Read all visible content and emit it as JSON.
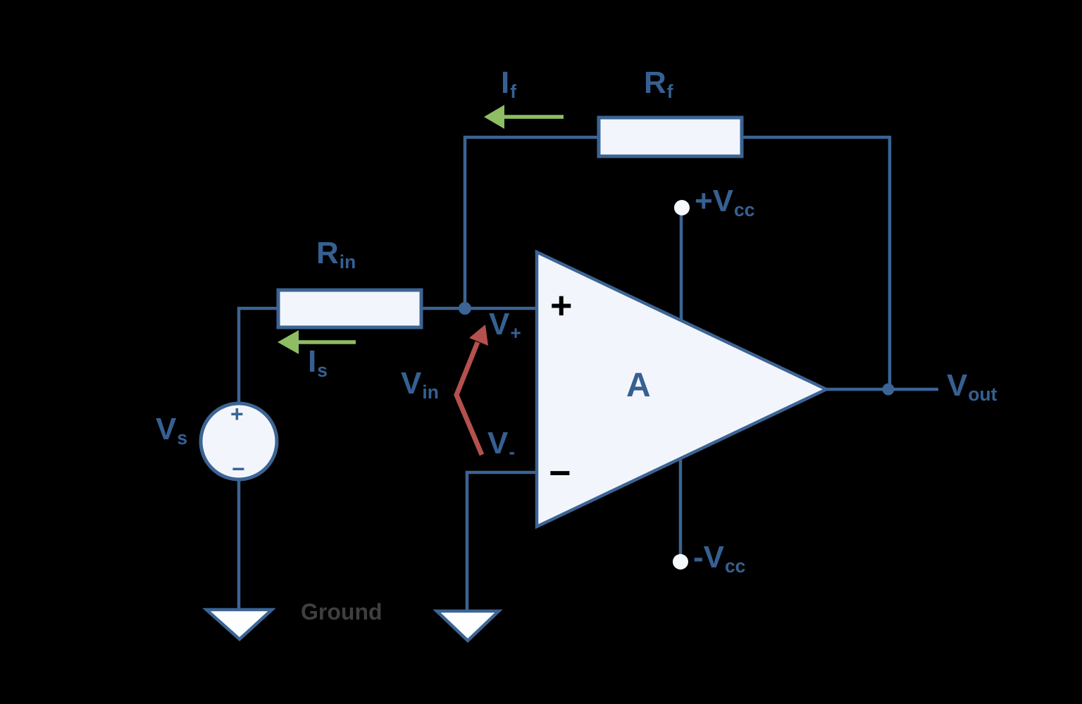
{
  "diagram": "op-amp amplifier circuit",
  "colors": {
    "background": "#000000",
    "wire": "#3C6494",
    "label_text": "#366092",
    "component_fill": "#F2F6FC",
    "terminal_fill": "#F6FAFE",
    "ground_fill": "#FDFEFF",
    "current_arrow_green": "#8EBD63",
    "voltage_arrow_red": "#B4504E",
    "ground_text": "#3F3F3F",
    "opamp_sign": "#000000"
  },
  "labels": {
    "feedback_current": {
      "main": "I",
      "sub": "f"
    },
    "feedback_resistor": {
      "main": "R",
      "sub": "f"
    },
    "input_resistor": {
      "main": "R",
      "sub": "in"
    },
    "source_current": {
      "main": "I",
      "sub": "s"
    },
    "input_voltage": {
      "main": "V",
      "sub": "in"
    },
    "noninverting_node": {
      "main": "V",
      "sub": "+"
    },
    "inverting_node": {
      "main": "V",
      "sub": "-"
    },
    "gain": "A",
    "positive_supply": {
      "main": "+V",
      "sub": "cc"
    },
    "negative_supply": {
      "main": "-V",
      "sub": "cc"
    },
    "output_voltage": {
      "main": "V",
      "sub": "out"
    },
    "source_voltage": {
      "main": "V",
      "sub": "s"
    },
    "ground": "Ground",
    "opamp_plus_input_sign": "+",
    "opamp_minus_input_sign": "−",
    "source_plus_sign": "+",
    "source_minus_sign": "−"
  }
}
